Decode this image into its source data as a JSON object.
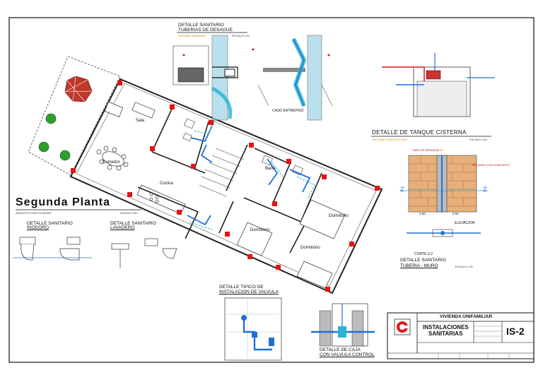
{
  "sheet": {
    "title": "Segunda  Planta",
    "title_sub": "ARQUITECTURA PLANTAS",
    "title_scale": "ESCALA 1/50"
  },
  "rooms": {
    "sala": "Sala",
    "comedor": "Comedor",
    "cocina": "Cocina",
    "bano": "Baño",
    "dormitorio1": "Dormitorio",
    "dormitorio2": "Dormitorio",
    "dormitorio3": "Dormitorio"
  },
  "details": {
    "desague_title_1": "DETALLE SANITARIO",
    "desague_title_2": "TUBERIAS DE DESAGUE",
    "desague_sub": "SISTEMA SANITARIO",
    "desague_scale": "ESCALA 1:25",
    "caso_entrepiso": "CASO ENTREPISO",
    "tanque_title": "DETALLE DE TANQUE CISTERNA",
    "tanque_sub": "SISTEMA CONSTRUCTIVO",
    "tanque_scale": "ESCALA 1:25",
    "inodoro_1": "DETALLE SANITARIO",
    "inodoro_2": "INODORO",
    "lavadero_1": "DETALLE SANITARIO",
    "lavadero_2": "LAVADERO",
    "valvula_1": "DETALLE TIPICO DE",
    "valvula_2": "INSTALACION DE VALVULA",
    "caja_1": "DETALLE DE CAJA",
    "caja_2": "CON VALVULA CONTROL",
    "muro_1": "DETALLE SANITARIO",
    "muro_2": "TUBERIA - MURO",
    "muro_scale": "ESCALA 1:25",
    "corte": "CORTE 2-2",
    "elevacion": "ELEVACION",
    "tubo_desague": "TUBO DE DESAGUE 4\"",
    "relleno": "RELLENO CON CONCRETO",
    "dim_1": "0.60",
    "dim_2": "0.60",
    "z": "Z"
  },
  "title_block": {
    "project": "VIVIENDA UNIFAMILIAR",
    "sheet_name_1": "INSTALACIONES",
    "sheet_name_2": "SANITARIAS",
    "sheet_code": "IS-2"
  },
  "colors": {
    "line": "#111111",
    "wall": "#222222",
    "pipe_blue": "#1f6fd6",
    "pipe_cyan": "#28b4d0",
    "red_column": "#e41414",
    "hatch_orange": "#e08a2c",
    "plant_green": "#2f9e2f",
    "umbrella_red": "#c0392b",
    "label_orange": "#d07a00"
  }
}
